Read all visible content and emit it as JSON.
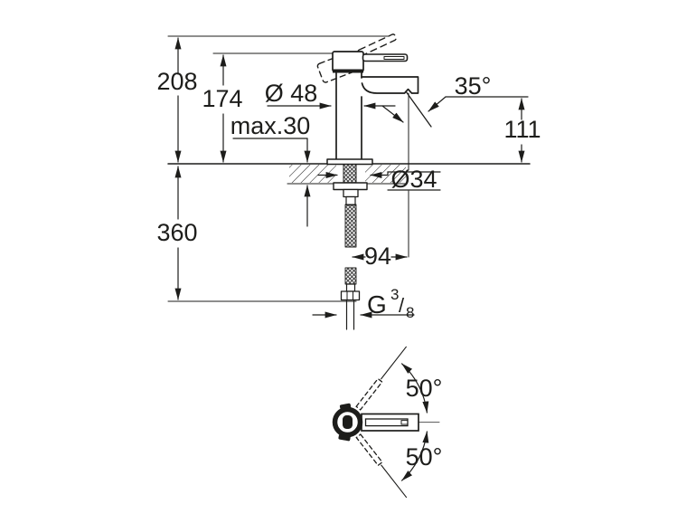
{
  "page": {
    "type": "technical dimension drawing",
    "subject": "single-lever basin mixer faucet, front elevation and plan view",
    "background_color": "#ffffff",
    "line_color": "#1d1d1b"
  },
  "front_view": {
    "overall_height": "208",
    "height_to_body_top": "174",
    "body_diameter": "Ø 48",
    "max_mounting_thickness": "max.30",
    "stream_angle": "35°",
    "spout_outlet_height": "111",
    "mounting_hole_diameter": "Ø34",
    "hose_drop_length": "360",
    "spout_reach": "94",
    "thread": {
      "g": "G",
      "numerator": "3",
      "slash": "/",
      "denominator": "8"
    }
  },
  "plan_view": {
    "handle_swing_upper": "50°",
    "handle_swing_lower": "50°"
  }
}
